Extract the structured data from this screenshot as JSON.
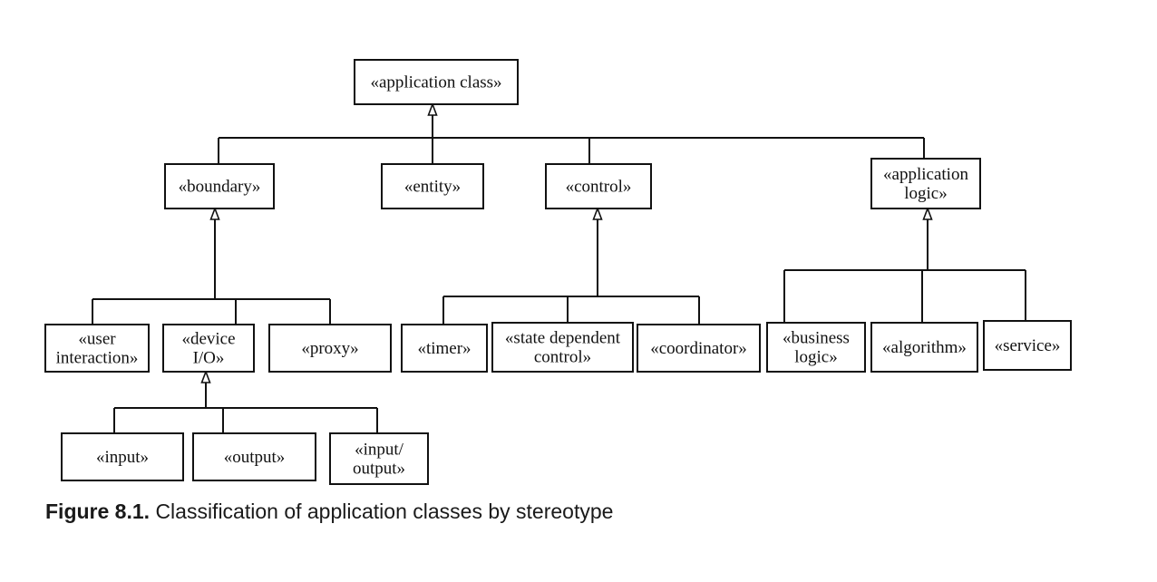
{
  "diagram": {
    "nodes": {
      "application_class": [
        "«application class»"
      ],
      "boundary": [
        "«boundary»"
      ],
      "entity": [
        "«entity»"
      ],
      "control": [
        "«control»"
      ],
      "application_logic": [
        "«application",
        "logic»"
      ],
      "user_interaction": [
        "«user",
        "interaction»"
      ],
      "device_io": [
        "«device",
        "I/O»"
      ],
      "proxy": [
        "«proxy»"
      ],
      "timer": [
        "«timer»"
      ],
      "state_dependent_control": [
        "«state dependent",
        "control»"
      ],
      "coordinator": [
        "«coordinator»"
      ],
      "business_logic": [
        "«business",
        "logic»"
      ],
      "algorithm": [
        "«algorithm»"
      ],
      "service": [
        "«service»"
      ],
      "input": [
        "«input»"
      ],
      "output": [
        "«output»"
      ],
      "input_output": [
        "«input/",
        "output»"
      ]
    },
    "generalizations": [
      {
        "parent": "application_class",
        "children": [
          "boundary",
          "entity",
          "control",
          "application_logic"
        ]
      },
      {
        "parent": "boundary",
        "children": [
          "user_interaction",
          "device_io",
          "proxy"
        ]
      },
      {
        "parent": "control",
        "children": [
          "timer",
          "state_dependent_control",
          "coordinator"
        ]
      },
      {
        "parent": "application_logic",
        "children": [
          "business_logic",
          "algorithm",
          "service"
        ]
      },
      {
        "parent": "device_io",
        "children": [
          "input",
          "output",
          "input_output"
        ]
      }
    ]
  },
  "caption": {
    "number": "Figure 8.1.",
    "text": "Classification of application classes by stereotype"
  }
}
